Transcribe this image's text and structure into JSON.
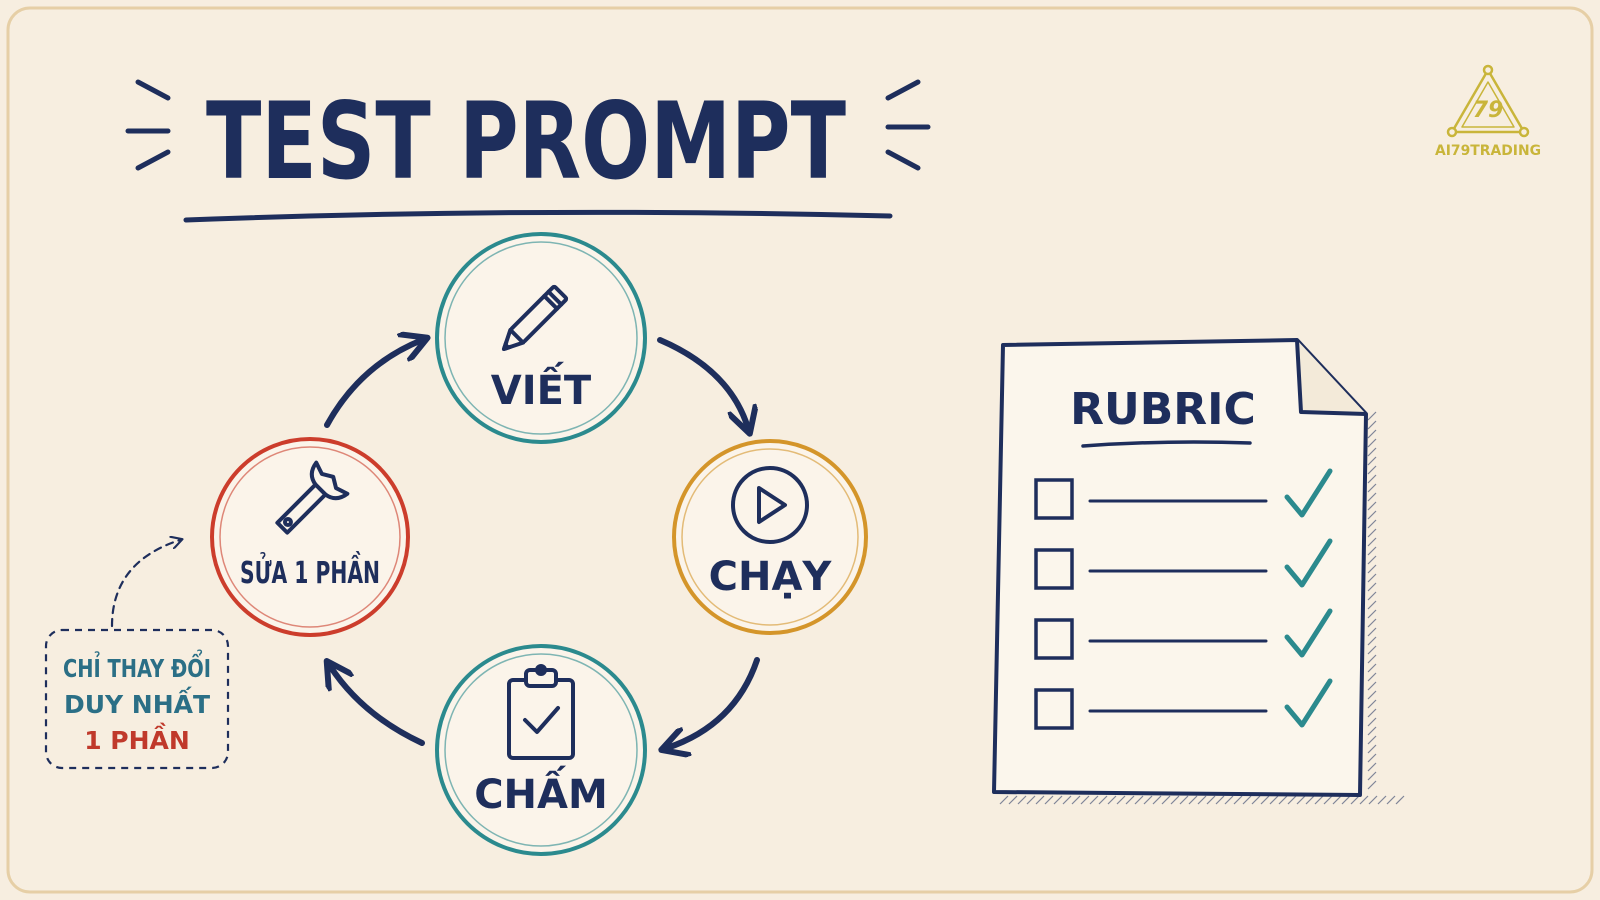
{
  "title": "TEST PROMPT",
  "cycle": {
    "steps": [
      {
        "label": "VIẾT",
        "icon": "pencil-icon",
        "color": "#2b8a8e"
      },
      {
        "label": "CHẠY",
        "icon": "play-icon",
        "color": "#d4952a"
      },
      {
        "label": "CHẤM",
        "icon": "clipboard-check-icon",
        "color": "#2b8a8e"
      },
      {
        "label": "SỬA 1 PHẦN",
        "icon": "wrench-icon",
        "color": "#cc3d2c"
      }
    ],
    "note": {
      "line1": "CHỈ THAY ĐỔI",
      "line2": "DUY NHẤT",
      "line3": "1 PHẦN",
      "highlight_color": "#c0392b"
    }
  },
  "rubric": {
    "title": "RUBRIC",
    "rows": 4,
    "check_color": "#2b8a8e"
  },
  "logo": {
    "text": "AI79TRADING",
    "number": "79",
    "color": "#c9b53a"
  },
  "colors": {
    "ink": "#1e2e5c",
    "background": "#f7eee0",
    "frame": "#e6cfa6"
  }
}
